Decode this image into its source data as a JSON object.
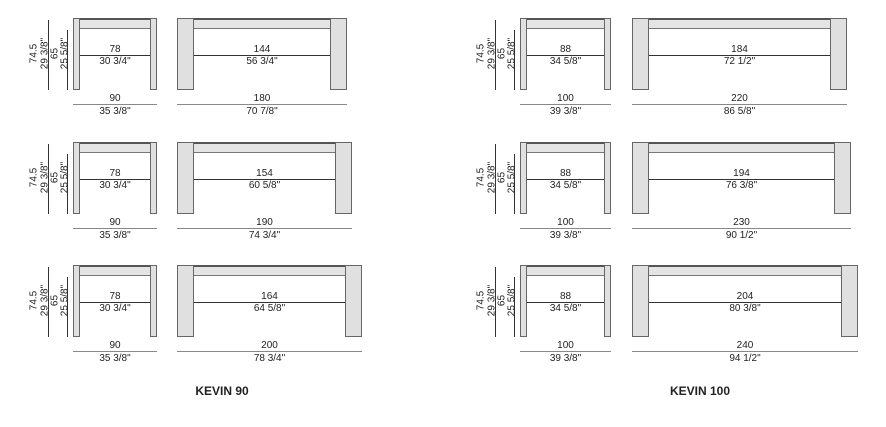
{
  "groups": [
    {
      "title": "KEVIN 90",
      "heights": {
        "total_cm": "74.5",
        "total_in": "29 3/8\"",
        "inner_cm": "65",
        "inner_in": "25 5/8\""
      },
      "rows": [
        {
          "side_inner_cm": "78",
          "side_inner_in": "30 3/4\"",
          "side_cm": "90",
          "side_in": "35 3/8\"",
          "front_inner_cm": "144",
          "front_inner_in": "56 3/4\"",
          "front_cm": "180",
          "front_in": "70 7/8\""
        },
        {
          "side_inner_cm": "78",
          "side_inner_in": "30 3/4\"",
          "side_cm": "90",
          "side_in": "35 3/8\"",
          "front_inner_cm": "154",
          "front_inner_in": "60 5/8\"",
          "front_cm": "190",
          "front_in": "74 3/4\""
        },
        {
          "side_inner_cm": "78",
          "side_inner_in": "30 3/4\"",
          "side_cm": "90",
          "side_in": "35 3/8\"",
          "front_inner_cm": "164",
          "front_inner_in": "64 5/8\"",
          "front_cm": "200",
          "front_in": "78 3/4\""
        }
      ]
    },
    {
      "title": "KEVIN 100",
      "heights": {
        "total_cm": "74.5",
        "total_in": "29 3/8\"",
        "inner_cm": "65",
        "inner_in": "25 5/8\""
      },
      "rows": [
        {
          "side_inner_cm": "88",
          "side_inner_in": "34 5/8\"",
          "side_cm": "100",
          "side_in": "39 3/8\"",
          "front_inner_cm": "184",
          "front_inner_in": "72 1/2\"",
          "front_cm": "220",
          "front_in": "86 5/8\""
        },
        {
          "side_inner_cm": "88",
          "side_inner_in": "34 5/8\"",
          "side_cm": "100",
          "side_in": "39 3/8\"",
          "front_inner_cm": "194",
          "front_inner_in": "76 3/8\"",
          "front_cm": "230",
          "front_in": "90 1/2\""
        },
        {
          "side_inner_cm": "88",
          "side_inner_in": "34 5/8\"",
          "side_cm": "100",
          "side_in": "39 3/8\"",
          "front_inner_cm": "204",
          "front_inner_in": "80 3/8\"",
          "front_cm": "240",
          "front_in": "94 1/2\""
        }
      ]
    }
  ]
}
